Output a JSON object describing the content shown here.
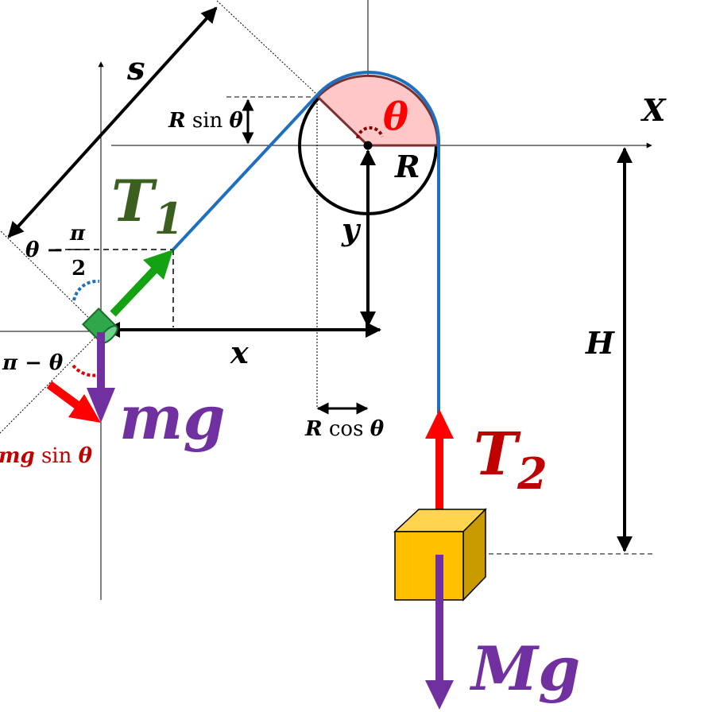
{
  "labels": {
    "s": "s",
    "X": "X",
    "theta": "θ",
    "R": "R",
    "R_sin_theta": {
      "var": "R",
      "fn": " sin ",
      "arg": "θ"
    },
    "R_cos_theta": {
      "var": "R",
      "fn": " cos ",
      "arg": "θ"
    },
    "T1": {
      "base": "T",
      "sub": "1"
    },
    "T2": {
      "base": "T",
      "sub": "2"
    },
    "y": "y",
    "x": "x",
    "H": "H",
    "theta_minus_pi_over_2": {
      "lead": "θ −",
      "num": "π",
      "den": "2"
    },
    "pi_minus_theta": "π − θ",
    "mg": "mg",
    "mg_sin_theta": {
      "var": "mg",
      "fn": " sin ",
      "arg": "θ"
    },
    "Mg": "Mg"
  },
  "colors": {
    "rope": "#1f6fbf",
    "pulley_fill": "#ffc8c8",
    "pulley_outline": "#7a3030",
    "T1_arrow": "#12a212",
    "T1_label": "#3a5f1e",
    "T2_arrow": "#ff0000",
    "T2_label": "#c00000",
    "weight": "#7030a0",
    "mg_sin_theta": "#c00000",
    "theta_label": "#ff0000",
    "block_front": "#ffc000",
    "block_top": "#ffd54f",
    "block_side": "#c99a00",
    "slider": "#2ea84a",
    "slider_dark": "#1a6b2c"
  }
}
